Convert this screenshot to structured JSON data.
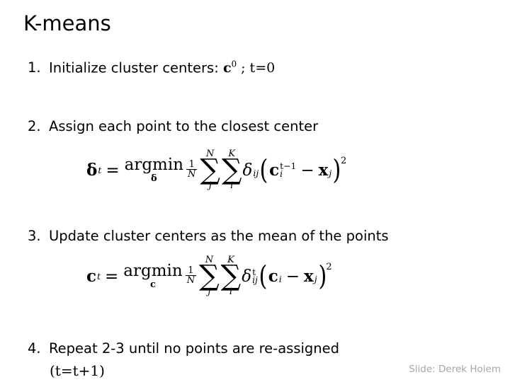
{
  "slide": {
    "title": "K-means",
    "background_color": "#ffffff",
    "text_color": "#000000",
    "credit": "Slide: Derek Hoiem",
    "credit_color": "#a6a6a6"
  },
  "steps": [
    {
      "number": "1.",
      "text": "Initialize cluster centers: ",
      "math_suffix": {
        "symbol": "c",
        "superscript": "0",
        "tail": " ; t=0"
      }
    },
    {
      "number": "2.",
      "text": "Assign each point to the closest center"
    },
    {
      "number": "3.",
      "text": "Update cluster centers as the mean of the points"
    },
    {
      "number": "4.",
      "text": "Repeat 2-3 until no points are re-assigned",
      "subtext": "(t=t+1)"
    }
  ],
  "equations": [
    {
      "id": "assignment-step",
      "lhs_symbol": "δ",
      "lhs_superscript": "t",
      "relation": "=",
      "operator": "argmin",
      "operator_limit": "δ",
      "fraction_numerator": "1",
      "fraction_denominator": "N",
      "sums": [
        {
          "upper": "N",
          "lower": "j"
        },
        {
          "upper": "K",
          "lower": "i"
        }
      ],
      "coefficient_symbol": "δ",
      "coefficient_subscript": "ij",
      "coefficient_superscript": "",
      "term_left_symbol": "c",
      "term_left_subscript": "i",
      "term_left_superscript": "t−1",
      "term_operator": "−",
      "term_right_symbol": "x",
      "term_right_subscript": "j",
      "group_exponent": "2",
      "plain_text": "δ^t = argmin_δ (1/N) Σ_j^N Σ_i^K δ_ij (c_i^{t-1} − x_j)^2"
    },
    {
      "id": "update-step",
      "lhs_symbol": "c",
      "lhs_superscript": "t",
      "relation": "=",
      "operator": "argmin",
      "operator_limit": "c",
      "fraction_numerator": "1",
      "fraction_denominator": "N",
      "sums": [
        {
          "upper": "N",
          "lower": "j"
        },
        {
          "upper": "K",
          "lower": "i"
        }
      ],
      "coefficient_symbol": "δ",
      "coefficient_subscript": "ij",
      "coefficient_superscript": "t",
      "term_left_symbol": "c",
      "term_left_subscript": "i",
      "term_left_superscript": "",
      "term_operator": "−",
      "term_right_symbol": "x",
      "term_right_subscript": "j",
      "group_exponent": "2",
      "plain_text": "c^t = argmin_c (1/N) Σ_j^N Σ_i^K δ_ij^t (c_i − x_j)^2"
    }
  ],
  "glyphs": {
    "paren_open": "(",
    "paren_close": ")",
    "sigma": "∑"
  }
}
